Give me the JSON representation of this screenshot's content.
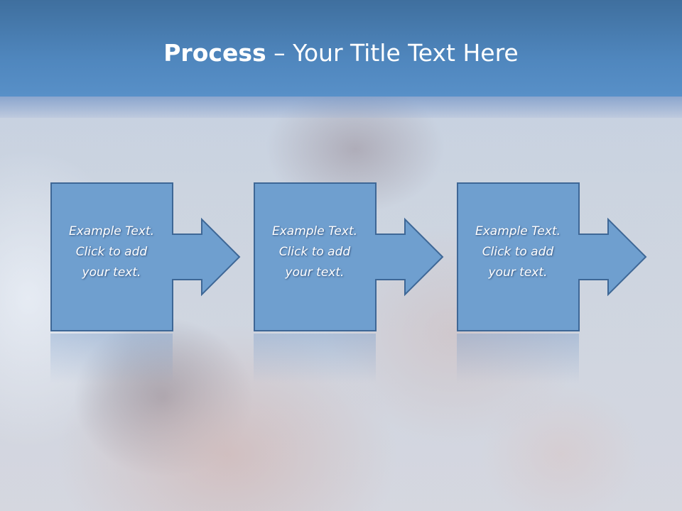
{
  "slide": {
    "title_bold": "Process",
    "title_rest": " – Your Title Text Here"
  },
  "steps": [
    {
      "text": "Example Text.\nClick  to add\nyour text."
    },
    {
      "text": "Example Text.\nClick  to add\nyour text."
    },
    {
      "text": "Example Text.\nClick  to add\nyour text."
    }
  ],
  "colors": {
    "header": "#4f86bd",
    "box_fill": "#6f9fcf",
    "box_stroke": "#3e6796",
    "text": "#ffffff"
  }
}
